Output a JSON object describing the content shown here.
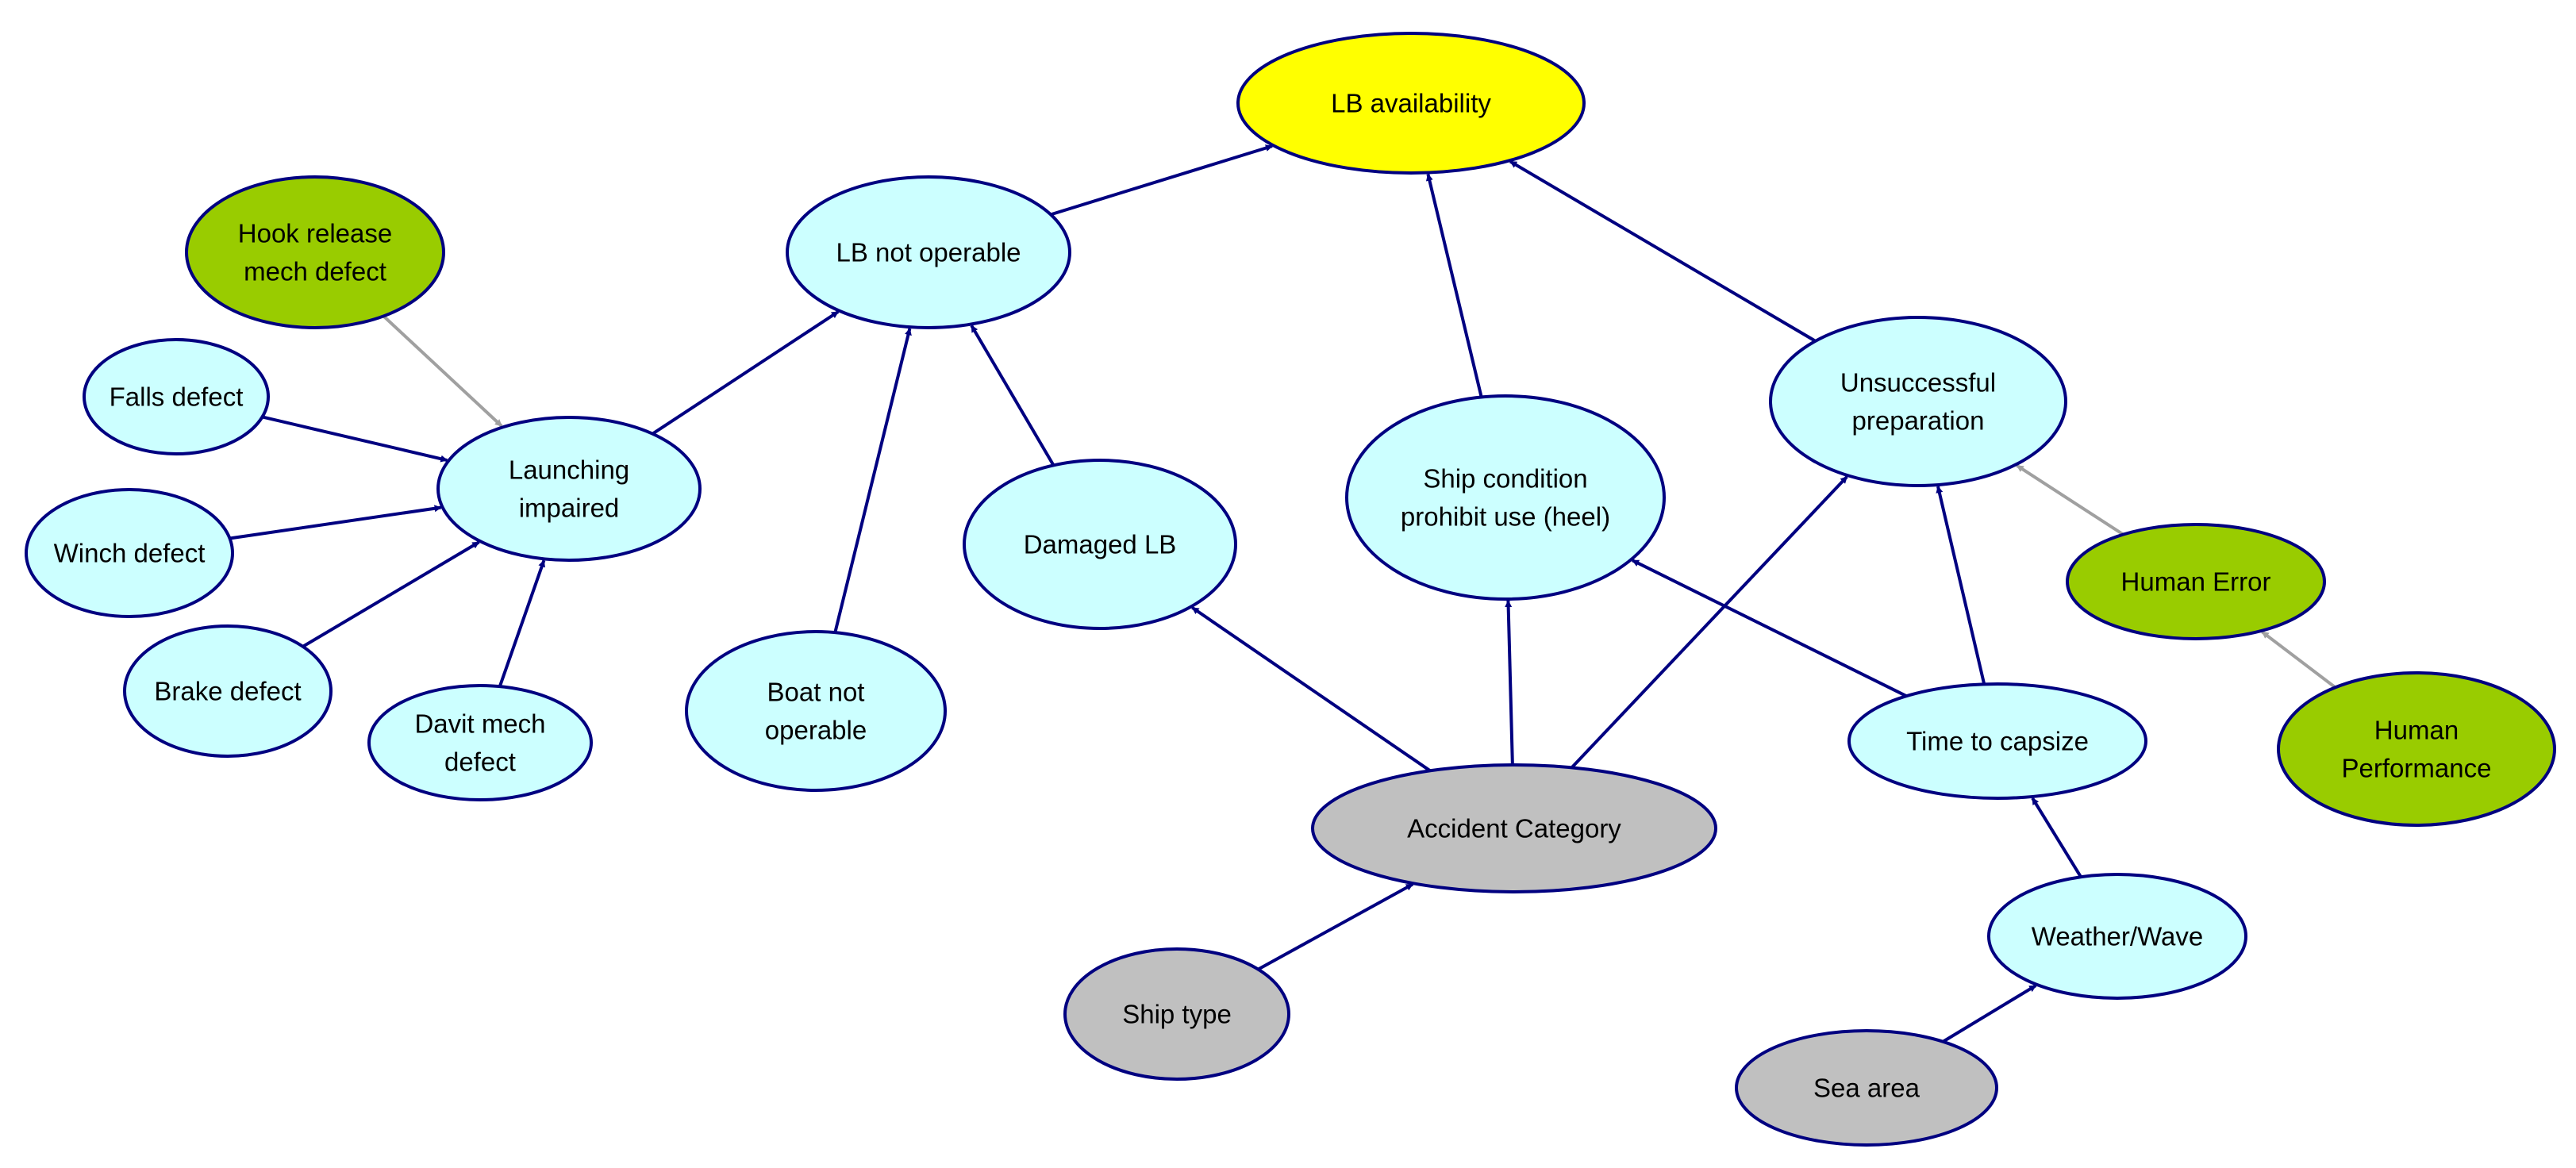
{
  "diagram": {
    "nodes": [
      {
        "id": "lb-availability",
        "lines": [
          "LB availability"
        ],
        "color": "yellow"
      },
      {
        "id": "lb-not-operable",
        "lines": [
          "LB not operable"
        ],
        "color": "cyan"
      },
      {
        "id": "hook-release",
        "lines": [
          "Hook release",
          "mech defect"
        ],
        "color": "green"
      },
      {
        "id": "falls-defect",
        "lines": [
          "Falls defect"
        ],
        "color": "cyan"
      },
      {
        "id": "launching-impaired",
        "lines": [
          "Launching",
          "impaired"
        ],
        "color": "cyan"
      },
      {
        "id": "winch-defect",
        "lines": [
          "Winch defect"
        ],
        "color": "cyan"
      },
      {
        "id": "brake-defect",
        "lines": [
          "Brake defect"
        ],
        "color": "cyan"
      },
      {
        "id": "davit-mech-defect",
        "lines": [
          "Davit mech",
          "defect"
        ],
        "color": "cyan"
      },
      {
        "id": "boat-not-operable",
        "lines": [
          "Boat not",
          "operable"
        ],
        "color": "cyan"
      },
      {
        "id": "damaged-lb",
        "lines": [
          "Damaged LB"
        ],
        "color": "cyan"
      },
      {
        "id": "ship-condition",
        "lines": [
          "Ship condition",
          "prohibit use (heel)"
        ],
        "color": "cyan"
      },
      {
        "id": "unsuccessful-preparation",
        "lines": [
          "Unsuccessful",
          "preparation"
        ],
        "color": "cyan"
      },
      {
        "id": "human-error",
        "lines": [
          "Human Error"
        ],
        "color": "green"
      },
      {
        "id": "human-performance",
        "lines": [
          "Human",
          "Performance"
        ],
        "color": "green"
      },
      {
        "id": "time-to-capsize",
        "lines": [
          "Time to capsize"
        ],
        "color": "cyan"
      },
      {
        "id": "accident-category",
        "lines": [
          "Accident Category"
        ],
        "color": "gray"
      },
      {
        "id": "weather-wave",
        "lines": [
          "Weather/Wave"
        ],
        "color": "cyan"
      },
      {
        "id": "ship-type",
        "lines": [
          "Ship type"
        ],
        "color": "gray"
      },
      {
        "id": "sea-area",
        "lines": [
          "Sea area"
        ],
        "color": "gray"
      }
    ],
    "edges": [
      {
        "from": "lb-not-operable",
        "to": "lb-availability",
        "style": "dark"
      },
      {
        "from": "ship-condition",
        "to": "lb-availability",
        "style": "dark"
      },
      {
        "from": "unsuccessful-preparation",
        "to": "lb-availability",
        "style": "dark"
      },
      {
        "from": "launching-impaired",
        "to": "lb-not-operable",
        "style": "dark"
      },
      {
        "from": "boat-not-operable",
        "to": "lb-not-operable",
        "style": "dark"
      },
      {
        "from": "damaged-lb",
        "to": "lb-not-operable",
        "style": "dark"
      },
      {
        "from": "hook-release",
        "to": "launching-impaired",
        "style": "gray"
      },
      {
        "from": "falls-defect",
        "to": "launching-impaired",
        "style": "dark"
      },
      {
        "from": "winch-defect",
        "to": "launching-impaired",
        "style": "dark"
      },
      {
        "from": "brake-defect",
        "to": "launching-impaired",
        "style": "dark"
      },
      {
        "from": "davit-mech-defect",
        "to": "launching-impaired",
        "style": "dark"
      },
      {
        "from": "accident-category",
        "to": "damaged-lb",
        "style": "dark"
      },
      {
        "from": "accident-category",
        "to": "ship-condition",
        "style": "dark"
      },
      {
        "from": "accident-category",
        "to": "unsuccessful-preparation",
        "style": "dark"
      },
      {
        "from": "time-to-capsize",
        "to": "ship-condition",
        "style": "dark"
      },
      {
        "from": "time-to-capsize",
        "to": "unsuccessful-preparation",
        "style": "dark"
      },
      {
        "from": "human-error",
        "to": "unsuccessful-preparation",
        "style": "gray"
      },
      {
        "from": "human-performance",
        "to": "human-error",
        "style": "gray"
      },
      {
        "from": "ship-type",
        "to": "accident-category",
        "style": "dark"
      },
      {
        "from": "weather-wave",
        "to": "time-to-capsize",
        "style": "dark"
      },
      {
        "from": "sea-area",
        "to": "weather-wave",
        "style": "dark"
      }
    ],
    "colors": {
      "yellow": "#FFFF00",
      "cyan": "#CCFFFF",
      "green": "#99CC00",
      "gray": "#C0C0C0",
      "stroke": "#000080",
      "edge_dark": "#000080",
      "edge_gray": "#A0A0A0"
    }
  }
}
